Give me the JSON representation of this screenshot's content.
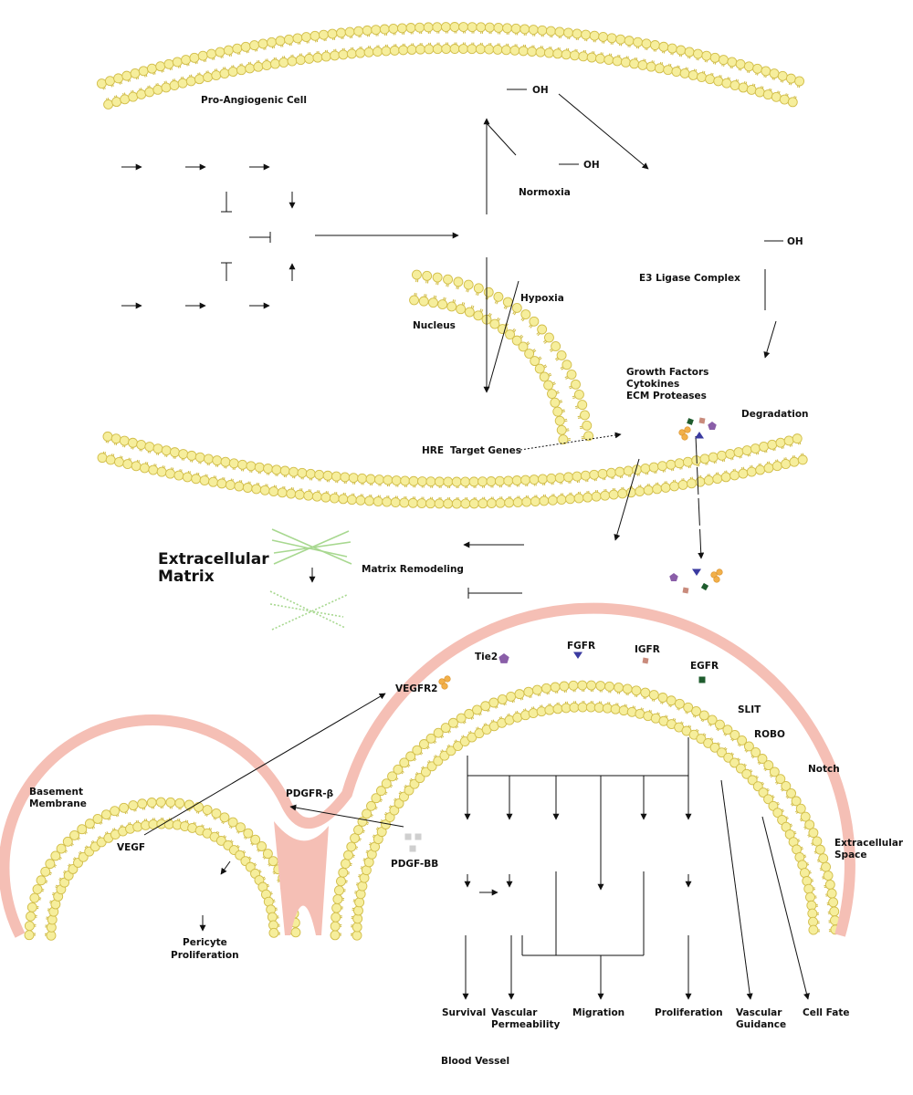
{
  "colors": {
    "lipid_head": "#f6ee9c",
    "lipid_stroke": "#d2be4a",
    "basement": "#f5bfb5",
    "ecm_fiber": "#a8d890",
    "arrow": "#111111",
    "tie2": "#8a5ea8",
    "fgfr": "#3a3aa0",
    "igfr": "#c98b7c",
    "egfr": "#1f5c2e",
    "vegf": "#f2b04a",
    "pdgf": "#cfcfcf"
  },
  "labels": {
    "pro_angiogenic_cell": "Pro-Angiogenic Cell",
    "oh1": "OH",
    "oh2": "OH",
    "oh3": "OH",
    "normoxia": "Normoxia",
    "hypoxia": "Hypoxia",
    "nucleus": "Nucleus",
    "e3_ligase": "E3 Ligase Complex",
    "growth_factors": "Growth Factors",
    "cytokines": "Cytokines",
    "ecm_proteases": "ECM Proteases",
    "degradation": "Degradation",
    "hre": "HRE",
    "target_genes": "Target Genes",
    "ecm_line1": "Extracellular",
    "ecm_line2": "Matrix",
    "matrix_remodeling": "Matrix Remodeling",
    "tie2": "Tie2",
    "fgfr": "FGFR",
    "igfr": "IGFR",
    "egfr": "EGFR",
    "vegfr2": "VEGFR2",
    "slit": "SLIT",
    "robo": "ROBO",
    "notch": "Notch",
    "extracellular_space_1": "Extracellular",
    "extracellular_space_2": "Space",
    "basement_1": "Basement",
    "basement_2": "Membrane",
    "pdgfr_b": "PDGFR-β",
    "pdgf_bb": "PDGF-BB",
    "vegf": "VEGF",
    "pericyte_1": "Pericyte",
    "pericyte_2": "Proliferation",
    "survival": "Survival",
    "vascular_perm_1": "Vascular",
    "vascular_perm_2": "Permeability",
    "migration": "Migration",
    "proliferation": "Proliferation",
    "vascular_guid_1": "Vascular",
    "vascular_guid_2": "Guidance",
    "cell_fate": "Cell Fate",
    "blood_vessel": "Blood Vessel"
  }
}
